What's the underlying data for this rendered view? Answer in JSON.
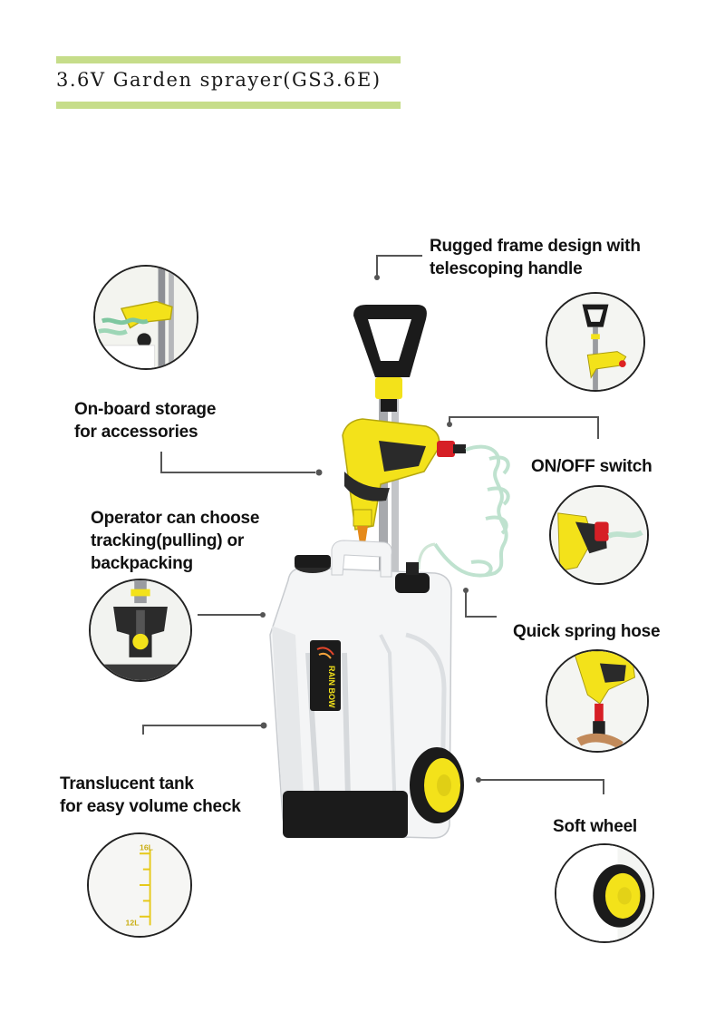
{
  "header": {
    "title": "3.6V Garden sprayer(GS3.6E)",
    "accent_color": "#c6dd8a"
  },
  "callouts": {
    "frame": [
      "Rugged frame design with",
      "telescoping handle"
    ],
    "storage": [
      "On-board storage",
      "for accessories"
    ],
    "switch": [
      "ON/OFF switch"
    ],
    "operator": [
      "Operator can choose",
      "tracking(pulling) or",
      "backpacking"
    ],
    "hose": [
      "Quick spring hose"
    ],
    "tank": [
      "Translucent tank",
      "for easy volume check"
    ],
    "wheel": [
      "Soft wheel"
    ]
  },
  "product": {
    "brand": "RAIN BOW",
    "tank_marks": {
      "top": "16L",
      "bottom": "12L"
    }
  },
  "colors": {
    "yellow": "#f3e21a",
    "black": "#1b1b1b",
    "tank": "#f4f5f6",
    "hose": "#cfe6d6"
  }
}
